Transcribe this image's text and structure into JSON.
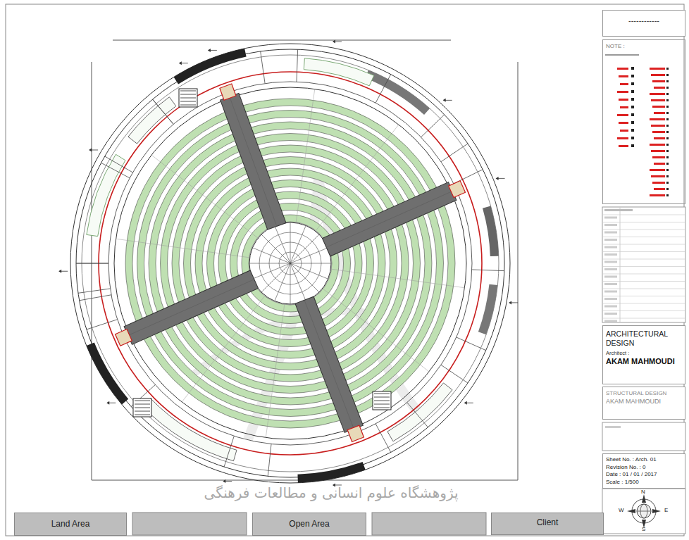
{
  "diagram": {
    "nodes": [
      {
        "text": [
          "------------"
        ]
      },
      {
        "text": [
          "NOTE :"
        ]
      },
      {
        "text": [
          "ARCHITECTURAL DESIGN",
          "Architect :",
          "AKAM MAHMOUDI"
        ]
      },
      {
        "text": [
          "STRUCTURAL DESIGN",
          "AKAM MAHMOUDI"
        ]
      },
      {
        "text": [
          "Sheet No. : Arch. 01",
          "Revision No. : 0",
          "Date : 01 / 01 / 2017",
          "Scale : 1/500"
        ]
      },
      {
        "text": [
          "Land Area"
        ]
      },
      {
        "text": [
          "Open Area"
        ]
      },
      {
        "text": [
          "Client"
        ]
      }
    ],
    "labels": [
      "N",
      "W",
      "E",
      "S",
      "پژوهشگاه علوم انسانی و مطالعات فرهنگی"
    ]
  }
}
